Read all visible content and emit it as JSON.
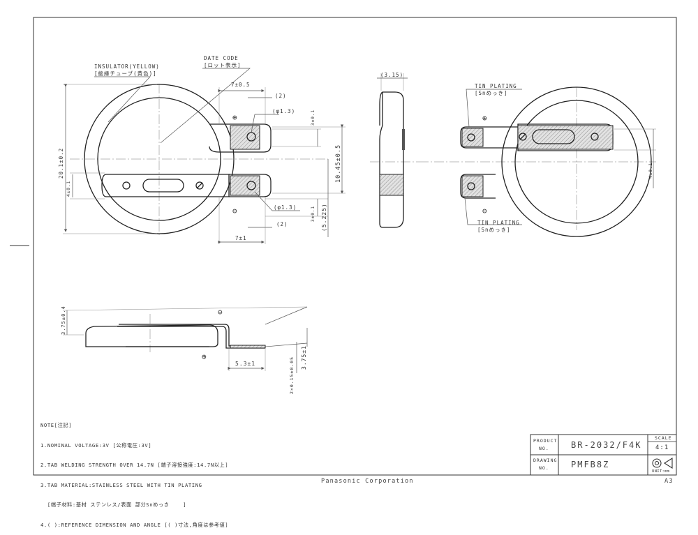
{
  "labels": {
    "insulator": "INSULATOR(YELLOW)",
    "insulator_jp": "[絶縁チューブ(黄色)]",
    "date_code": "DATE CODE",
    "date_code_jp": "[ロット表示]",
    "tin_plating_top": "TIN PLATING",
    "tin_plating_top_jp": "[Snめっき]",
    "tin_plating_bottom": "TIN PLATING",
    "tin_plating_bottom_jp": "[Snめっき]"
  },
  "dimensions": {
    "d_7_05": "7±0.5",
    "d_2_top": "(2)",
    "d_phi13_top": "(φ1.3)",
    "d_3_01_top": "3±0.1",
    "d_1045": "10.45±0.5",
    "d_phi13_bot": "(φ1.3)",
    "d_3_01_bot": "3±0.1",
    "d_5225": "(5.225)",
    "d_2_bot": "(2)",
    "d_7_1": "7±1",
    "d_201": "20.1±0.2",
    "d_4_left": "4±0.1",
    "d_315": "(3.15)",
    "d_4_right": "4±0.1",
    "d_375_04": "3.75±0.4",
    "d_53": "5.3±1",
    "d_375_1": "3.75±1",
    "d_2x015": "2×0.15±0.05"
  },
  "polarity": {
    "plus": "⊕",
    "minus": "⊖"
  },
  "notes": [
    "NOTE[注記]",
    "1.NOMINAL VOLTAGE:3V [公称電圧:3V]",
    "2.TAB WELDING STRENGTH OVER 14.7N [端子溶接強度:14.7N以上]",
    "3.TAB MATERIAL:STAINLESS STEEL WITH TIN PLATING",
    "  [端子材料:基材 ステンレス/表面 部分Snめっき    ]",
    "4.( ):REFERENCE DIMENSION AND ANGLE [( )寸法,角度は参考値]"
  ],
  "title_block": {
    "product_label_1": "PRODUCT",
    "product_label_2": "NO.",
    "product_no": "BR-2032/F4K",
    "drawing_label_1": "DRAWING",
    "drawing_label_2": "NO.",
    "drawing_no": "PMFB8Z",
    "scale_label": "SCALE",
    "scale_value": "4:1",
    "unit_label": "UNIT:mm"
  },
  "footer": {
    "company": "Panasonic Corporation",
    "sheet_size": "A3"
  }
}
